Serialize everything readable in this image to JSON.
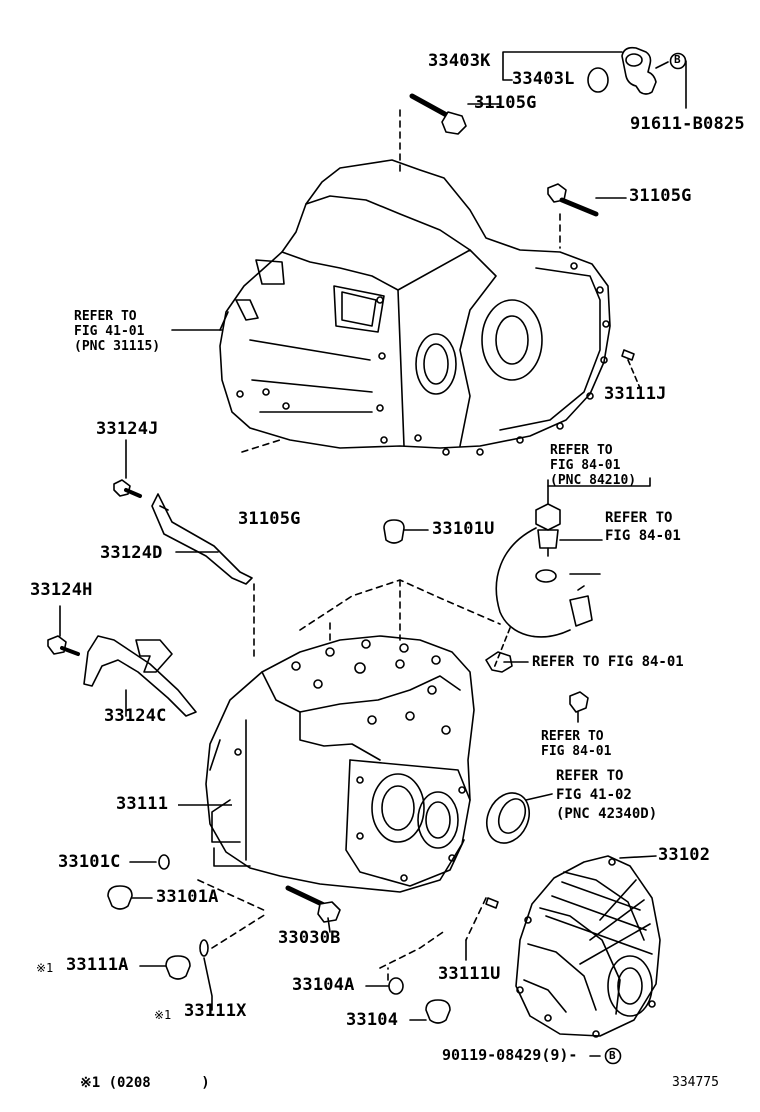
{
  "parts": {
    "p33403K": "33403K",
    "p33403L": "33403L",
    "p31105G_top": "31105G",
    "p91611": "91611-B0825",
    "p31105G_right": "31105G",
    "p33111J": "33111J",
    "p33124J": "33124J",
    "p31105G_mid": "31105G",
    "p33101U": "33101U",
    "p33124D": "33124D",
    "p33124H": "33124H",
    "p33124C": "33124C",
    "p33111": "33111",
    "p33101C": "33101C",
    "p33101A": "33101A",
    "p33030B": "33030B",
    "p33102": "33102",
    "p33111A": "33111A",
    "p33111X": "33111X",
    "p33104A": "33104A",
    "p33111U": "33111U",
    "p33104": "33104",
    "p90119": "90119-08429(9)-"
  },
  "references": {
    "ref_41_01": "REFER TO\nFIG 41-01\n(PNC 31115)",
    "ref_84_01_pnc": "REFER TO\nFIG 84-01\n(PNC 84210)",
    "ref_84_01_b": "REFER TO\nFIG 84-01",
    "ref_84_01_inline": "REFER TO FIG 84-01",
    "ref_84_01_d": "REFER TO\nFIG 84-01",
    "ref_41_02": "REFER TO\nFIG 41-02\n(PNC 42340D)"
  },
  "markers": {
    "circled_b": "B",
    "note_mark": "※1"
  },
  "footer": {
    "note": "※1 (0208      )",
    "diagram_number": "334775"
  }
}
